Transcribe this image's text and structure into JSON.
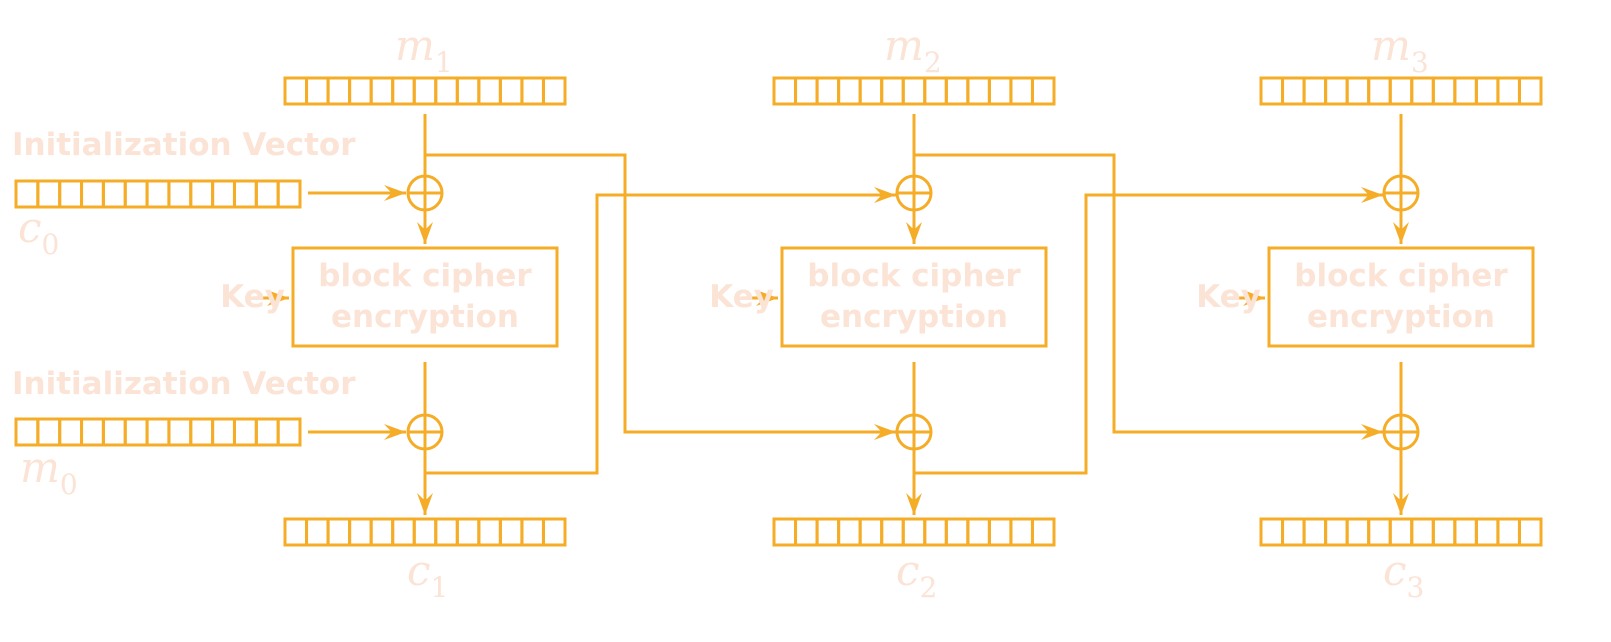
{
  "colors": {
    "diagram": "#f5ac26",
    "label": "#fbe3d6"
  },
  "labels": {
    "iv_label": "Initialization Vector",
    "key": "Key",
    "cipher_line1": "block cipher",
    "cipher_line2": "encryption"
  },
  "register_cells": 13,
  "left_registers": [
    {
      "id": "c0",
      "symbol": "c",
      "index": "0"
    },
    {
      "id": "m0",
      "symbol": "m",
      "index": "0"
    }
  ],
  "blocks": [
    {
      "plaintext": {
        "symbol": "m",
        "index": "1"
      },
      "ciphertext": {
        "symbol": "c",
        "index": "1"
      }
    },
    {
      "plaintext": {
        "symbol": "m",
        "index": "2"
      },
      "ciphertext": {
        "symbol": "c",
        "index": "2"
      }
    },
    {
      "plaintext": {
        "symbol": "m",
        "index": "3"
      },
      "ciphertext": {
        "symbol": "c",
        "index": "3"
      }
    }
  ]
}
